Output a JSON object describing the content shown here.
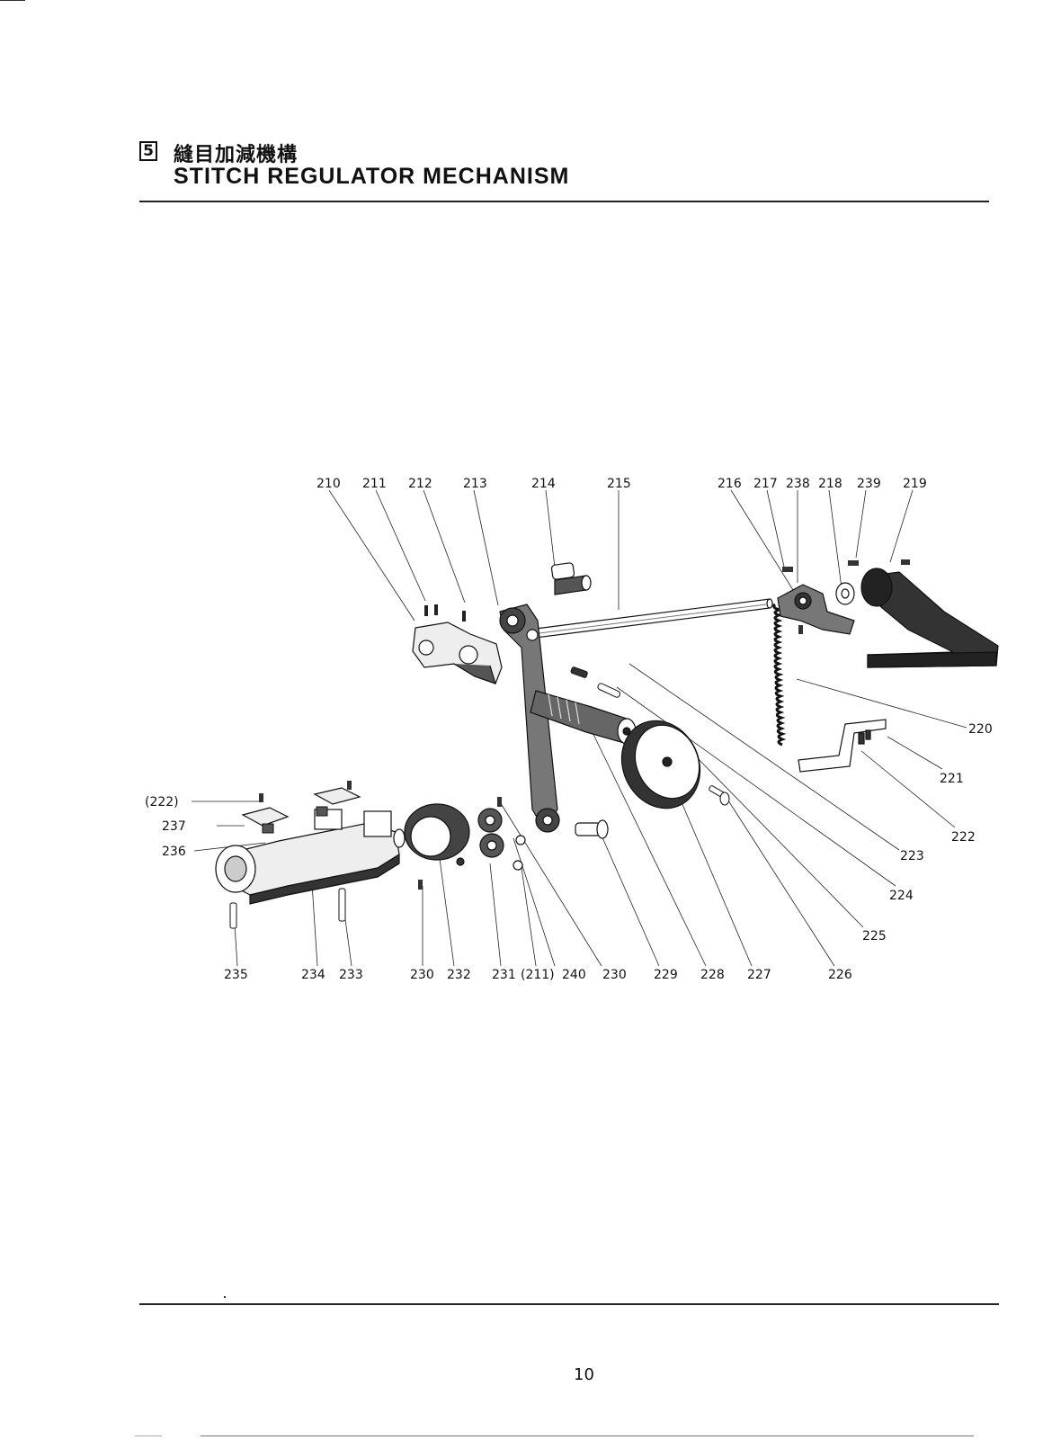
{
  "section": {
    "number": "5",
    "title_jp": "縫目加減機構",
    "title_en": "STITCH REGULATOR MECHANISM"
  },
  "diagram": {
    "labels": {
      "p210": "210",
      "p211": "211",
      "p212": "212",
      "p213": "213",
      "p214": "214",
      "p215": "215",
      "p216": "216",
      "p217": "217",
      "p238": "238",
      "p218": "218",
      "p239": "239",
      "p219": "219",
      "p220": "220",
      "p221": "221",
      "p222": "222",
      "p223": "223",
      "p224": "224",
      "p225": "225",
      "p226": "226",
      "p227": "227",
      "p228": "228",
      "p229": "229",
      "p230a": "230",
      "p230b": "230",
      "p240": "240",
      "p211ref": "(211)",
      "p231": "231",
      "p232": "232",
      "p233": "233",
      "p234": "234",
      "p235": "235",
      "p236": "236",
      "p237": "237",
      "p222ref": "(222)"
    }
  },
  "page_number": "10"
}
